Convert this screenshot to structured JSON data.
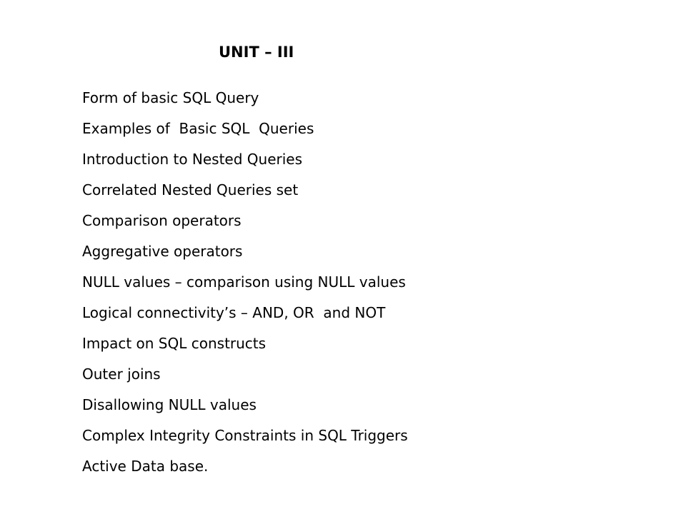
{
  "slide": {
    "title": "UNIT – III",
    "items": [
      "Form of basic SQL Query",
      "Examples of  Basic SQL  Queries",
      "Introduction to Nested Queries",
      "Correlated Nested Queries set",
      "Comparison operators",
      "Aggregative operators",
      "NULL values – comparison using NULL values",
      "Logical connectivity’s – AND, OR  and NOT",
      "Impact on SQL constructs",
      "Outer joins",
      "Disallowing NULL values",
      "Complex Integrity Constraints in SQL Triggers",
      "Active Data base."
    ]
  }
}
